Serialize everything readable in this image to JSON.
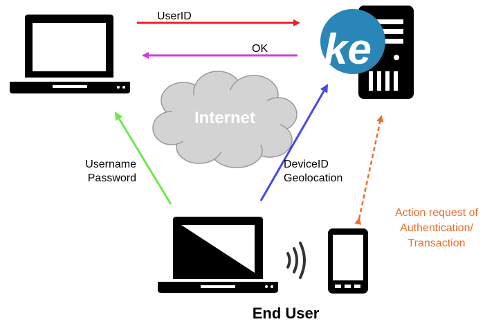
{
  "diagram": {
    "arrows": {
      "userid": {
        "label": "UserID",
        "color": "#e8202a"
      },
      "ok": {
        "label": "OK",
        "color": "#d43be6"
      },
      "credentials": {
        "line1": "Username",
        "line2": "Password",
        "color": "#6fe84f"
      },
      "device": {
        "line1": "DeviceID",
        "line2": "Geolocation",
        "color": "#4747e8"
      },
      "action": {
        "line1": "Action request of",
        "line2": "Authentication/",
        "line3": "Transaction",
        "color": "#ef6c2a"
      }
    },
    "cloud": {
      "label": "Internet",
      "fill": "#d3d3d3"
    },
    "server": {
      "logo_text": "ke",
      "logo_color": "#2a86b6"
    },
    "end_user": {
      "label": "End User"
    },
    "icons": {
      "top_laptop": "laptop-icon",
      "server": "server-icon",
      "logo": "ke-logo-icon",
      "cloud": "cloud-icon",
      "bottom_laptop": "laptop-icon",
      "wireless": "wireless-signal-icon",
      "phone": "smartphone-icon"
    }
  }
}
